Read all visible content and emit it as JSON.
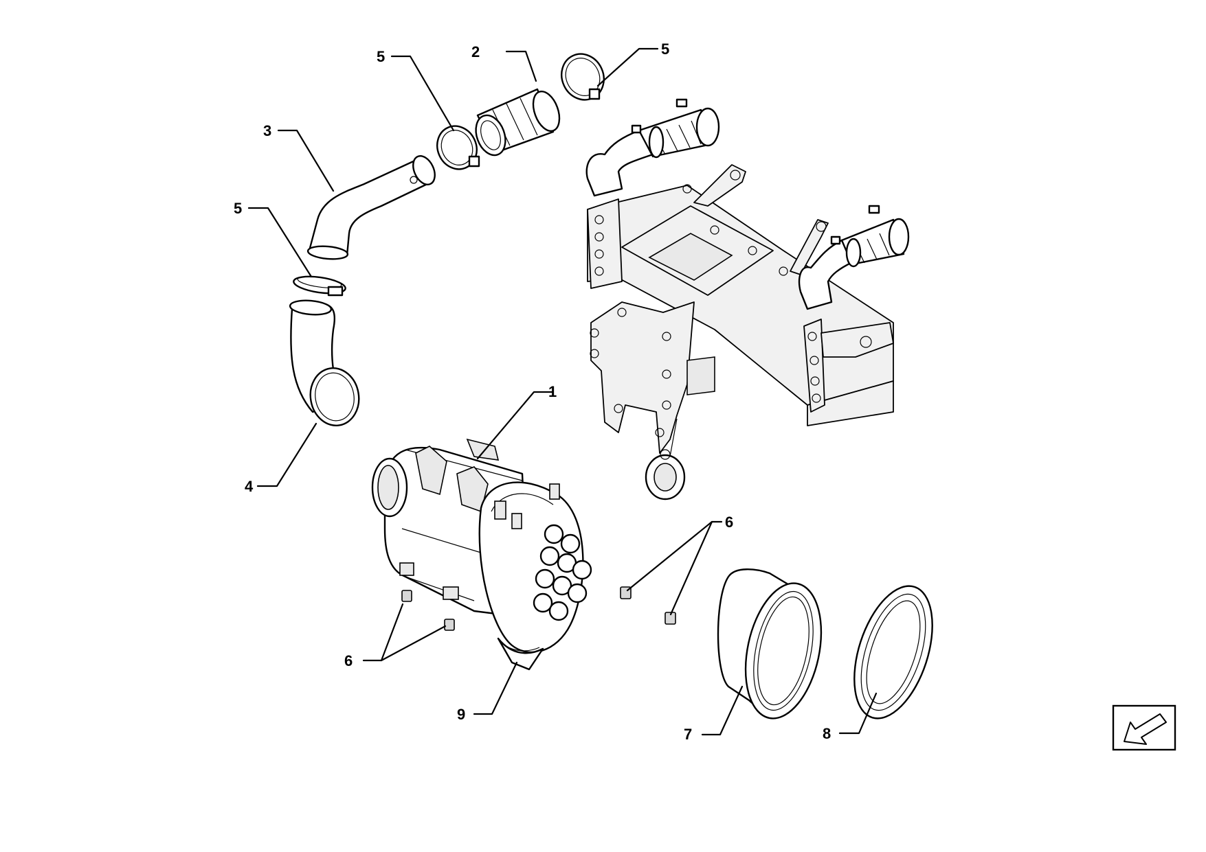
{
  "callouts": {
    "c1": "1",
    "c2": "2",
    "c3": "3",
    "c4": "4",
    "c5a": "5",
    "c5b": "5",
    "c5c": "5",
    "c6a": "6",
    "c6b": "6",
    "c7": "7",
    "c8": "8",
    "c9": "9"
  },
  "icons": {
    "orientation": "arrow-down-left-icon"
  },
  "colors": {
    "line": "#000000",
    "background": "#ffffff",
    "shade": "#e9e9e9"
  }
}
